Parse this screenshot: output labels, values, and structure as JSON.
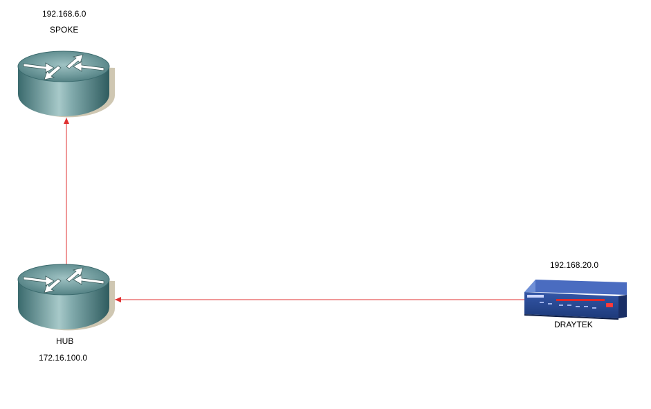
{
  "nodes": {
    "spoke": {
      "network": "192.168.6.0",
      "name": "SPOKE",
      "icon": "router-icon"
    },
    "hub": {
      "network": "172.16.100.0",
      "name": "HUB",
      "icon": "router-icon"
    },
    "draytek": {
      "network": "192.168.20.0",
      "name": "DRAYTEK",
      "icon": "vpn-appliance-icon"
    }
  },
  "links": [
    {
      "from": "hub",
      "to": "spoke"
    },
    {
      "from": "draytek",
      "to": "hub"
    }
  ],
  "colors": {
    "link": "#e03030",
    "router_top": "#5f8c8f",
    "router_side": "#3c6b6e",
    "router_shadow": "#cfc7b2",
    "appliance": "#2a4c94"
  }
}
